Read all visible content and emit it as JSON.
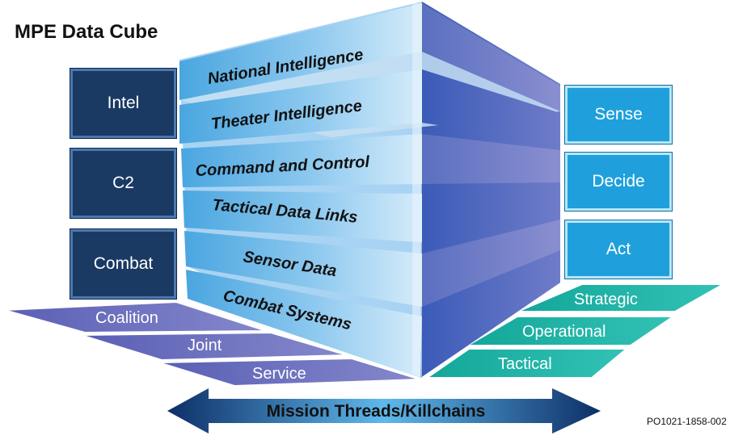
{
  "title": "MPE Data Cube",
  "left_boxes": [
    "Intel",
    "C2",
    "Combat"
  ],
  "right_boxes": [
    "Sense",
    "Decide",
    "Act"
  ],
  "layers": [
    "National Intelligence",
    "Theater Intelligence",
    "Command and Control",
    "Tactical Data Links",
    "Sensor Data",
    "Combat Systems"
  ],
  "left_planes": [
    "Coalition",
    "Joint",
    "Service"
  ],
  "right_planes": [
    "Strategic",
    "Operational",
    "Tactical"
  ],
  "arrow_label": "Mission Threads/Killchains",
  "figure_id": "PO1021-1858-002"
}
